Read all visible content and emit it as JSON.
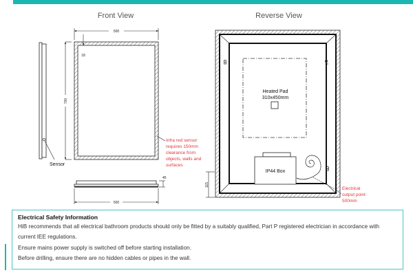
{
  "front_view": {
    "title": "Front View",
    "width_dim": "500",
    "height_dim": "700",
    "border_dim": "18",
    "sensor_label": "Sensor",
    "sensor_note": [
      "Infra red sensor",
      "requires 150mm",
      "clearance from",
      "objects, walls and",
      "surfaces"
    ],
    "depth_dim": "45",
    "bottom_width_dim": "500"
  },
  "reverse_view": {
    "title": "Reverse View",
    "heated_pad_label": "Heated Pad",
    "heated_pad_size": "310x450mm",
    "box_label": "IP44 Box",
    "height_dim": "115",
    "output_note": [
      "Electrical",
      "output point",
      "500mm"
    ]
  },
  "safety": {
    "heading": "Electrical Safety Information",
    "lines": [
      "HiB recommends that all electrical bathroom products should only be fitted by a suitably qualified, Part P registered electrician in accordance with current IEE regulations.",
      "Ensure mains power supply is switched off before starting installation.",
      "Before drilling, ensure there are no hidden cables or pipes in the wall."
    ]
  },
  "colors": {
    "accent": "#1bb5b2",
    "note_red": "#e0343b"
  }
}
